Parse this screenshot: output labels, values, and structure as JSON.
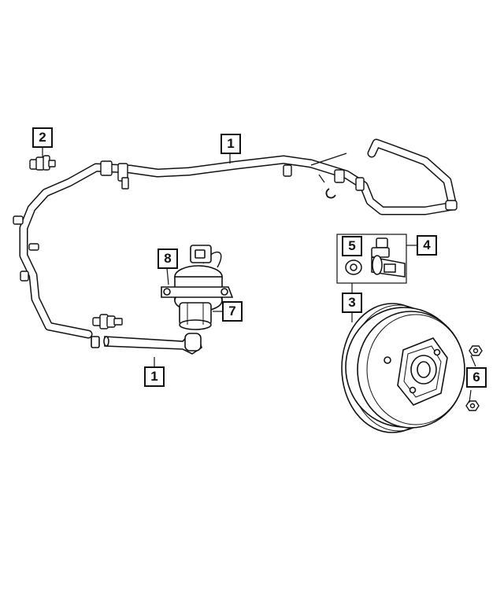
{
  "callouts": {
    "c1a": "1",
    "c1b": "1",
    "c2": "2",
    "c3": "3",
    "c4": "4",
    "c5": "5",
    "c6": "6",
    "c7": "7",
    "c8": "8"
  },
  "colors": {
    "line": "#111111",
    "fill": "#ffffff"
  }
}
